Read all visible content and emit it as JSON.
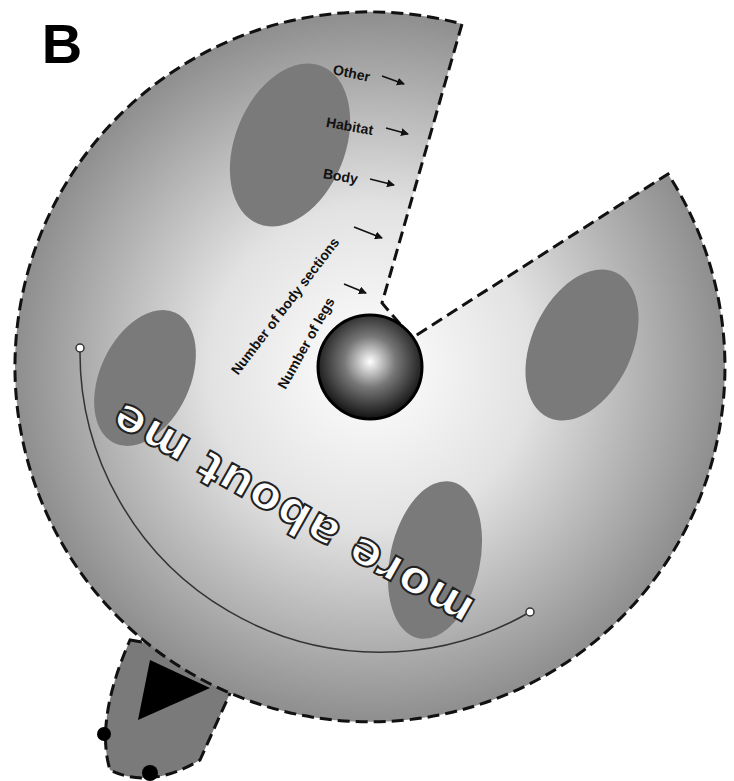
{
  "diagram": {
    "labels": [
      "B",
      "Other",
      "Habitat",
      "Body",
      "Number of body sections",
      "Number of legs",
      "more about me"
    ]
  }
}
